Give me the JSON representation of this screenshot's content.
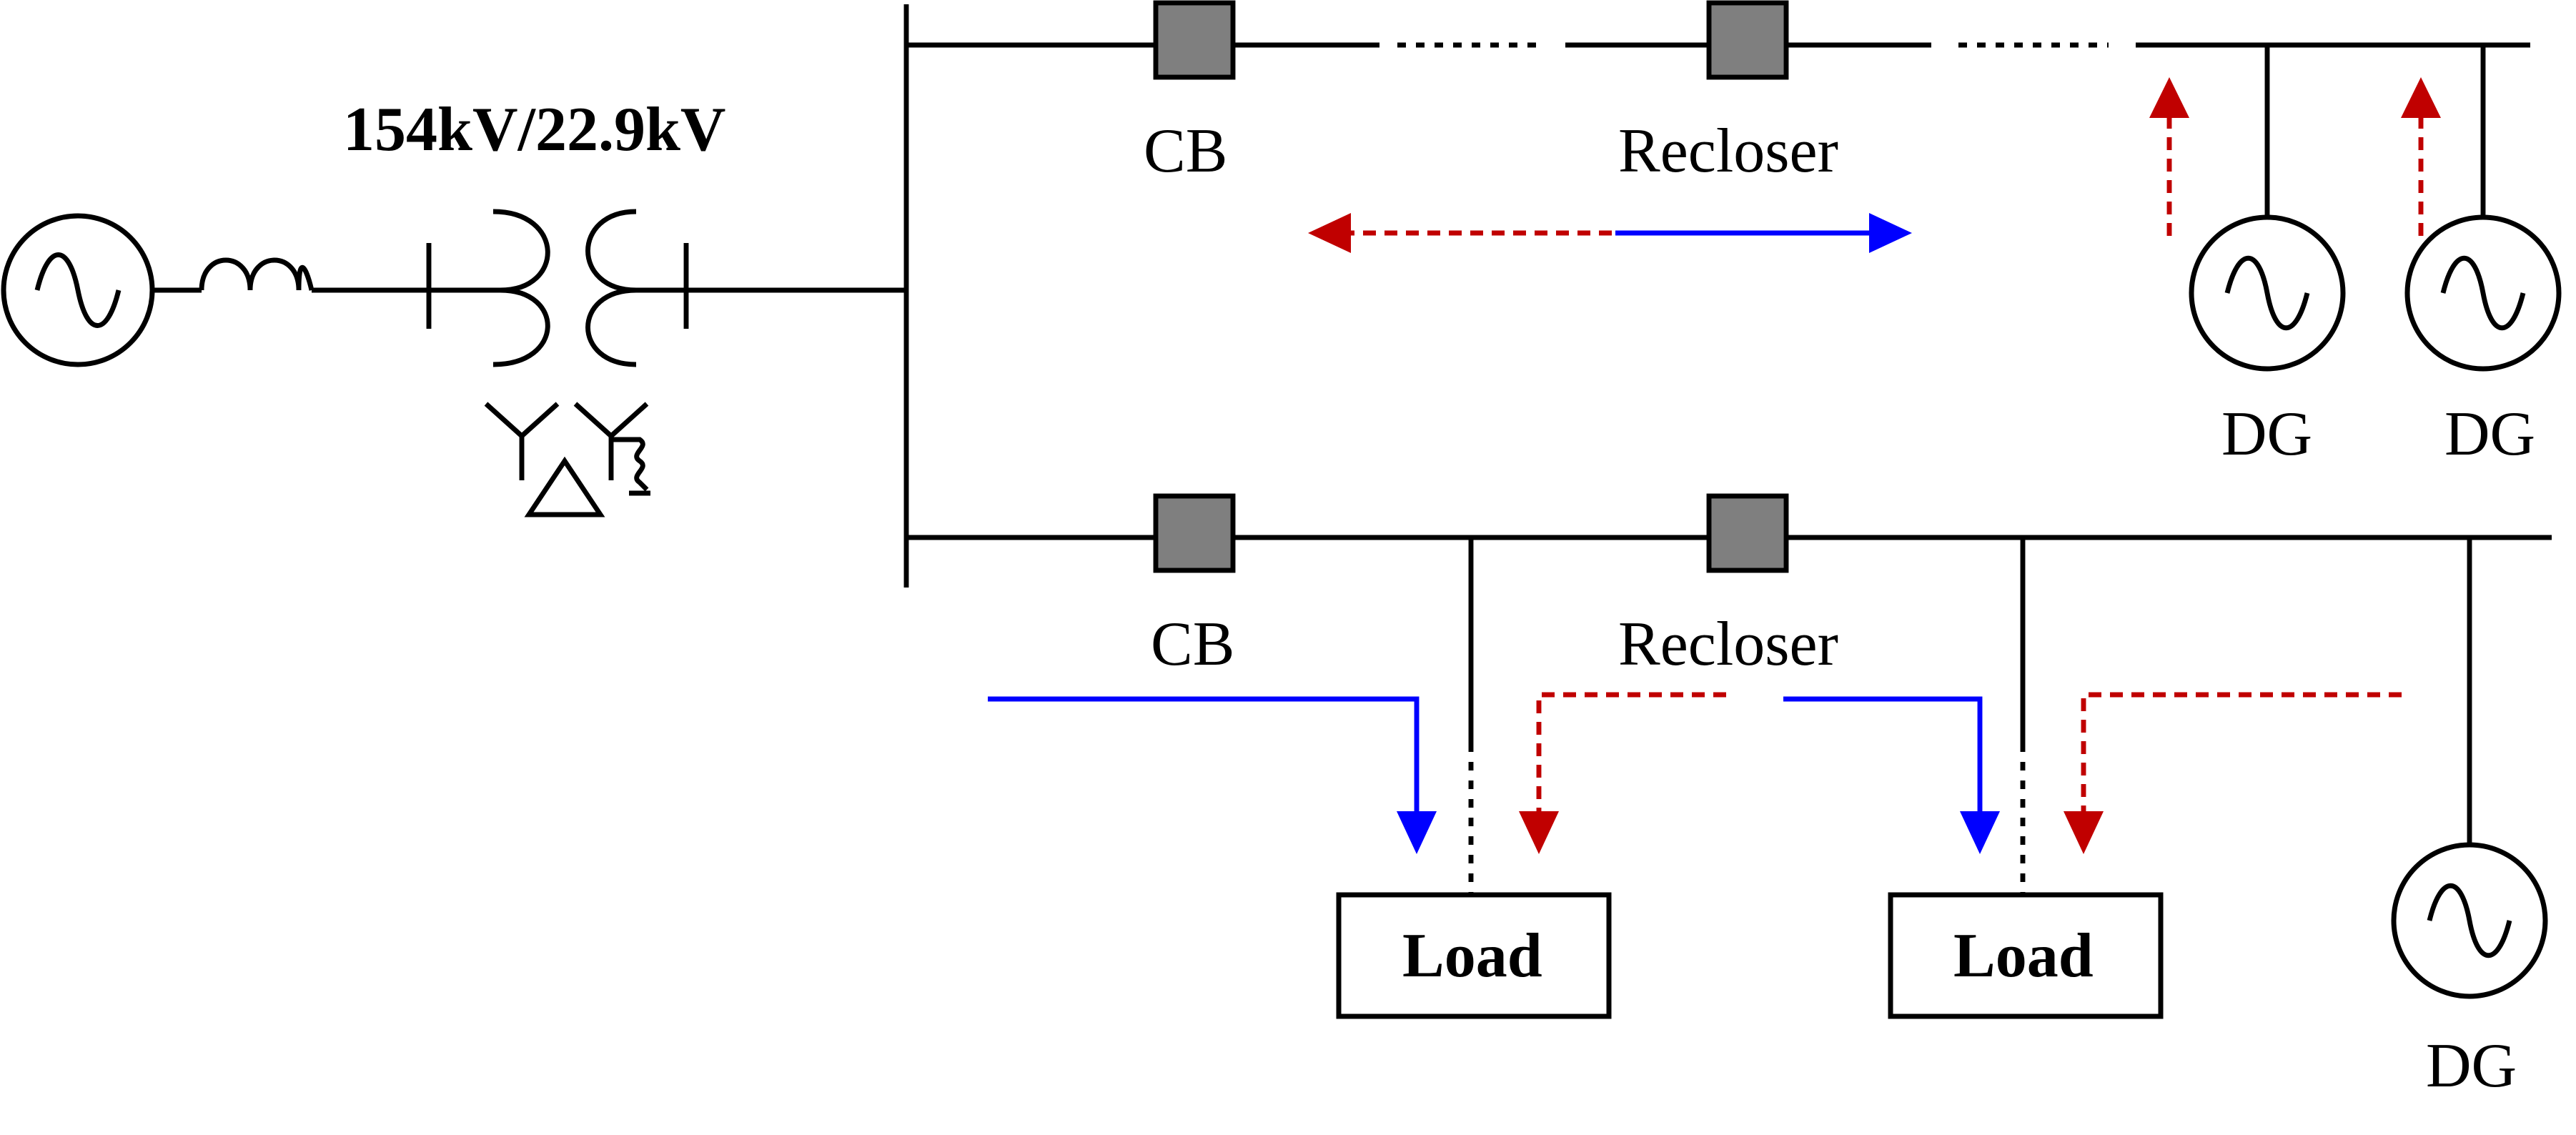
{
  "transformer": {
    "rating_label": "154kV/22.9kV"
  },
  "feeder_top": {
    "breaker_label": "CB",
    "recloser_label": "Recloser",
    "dg_labels": [
      "DG",
      "DG"
    ]
  },
  "feeder_bottom": {
    "breaker_label": "CB",
    "recloser_label": "Recloser",
    "load_labels": [
      "Load",
      "Load"
    ],
    "dg_label": "DG"
  },
  "colors": {
    "conductor": "#000000",
    "device_fill": "#7f7f7f",
    "power_flow_from_source": "#0000ff",
    "power_flow_from_dg": "#c00000"
  }
}
